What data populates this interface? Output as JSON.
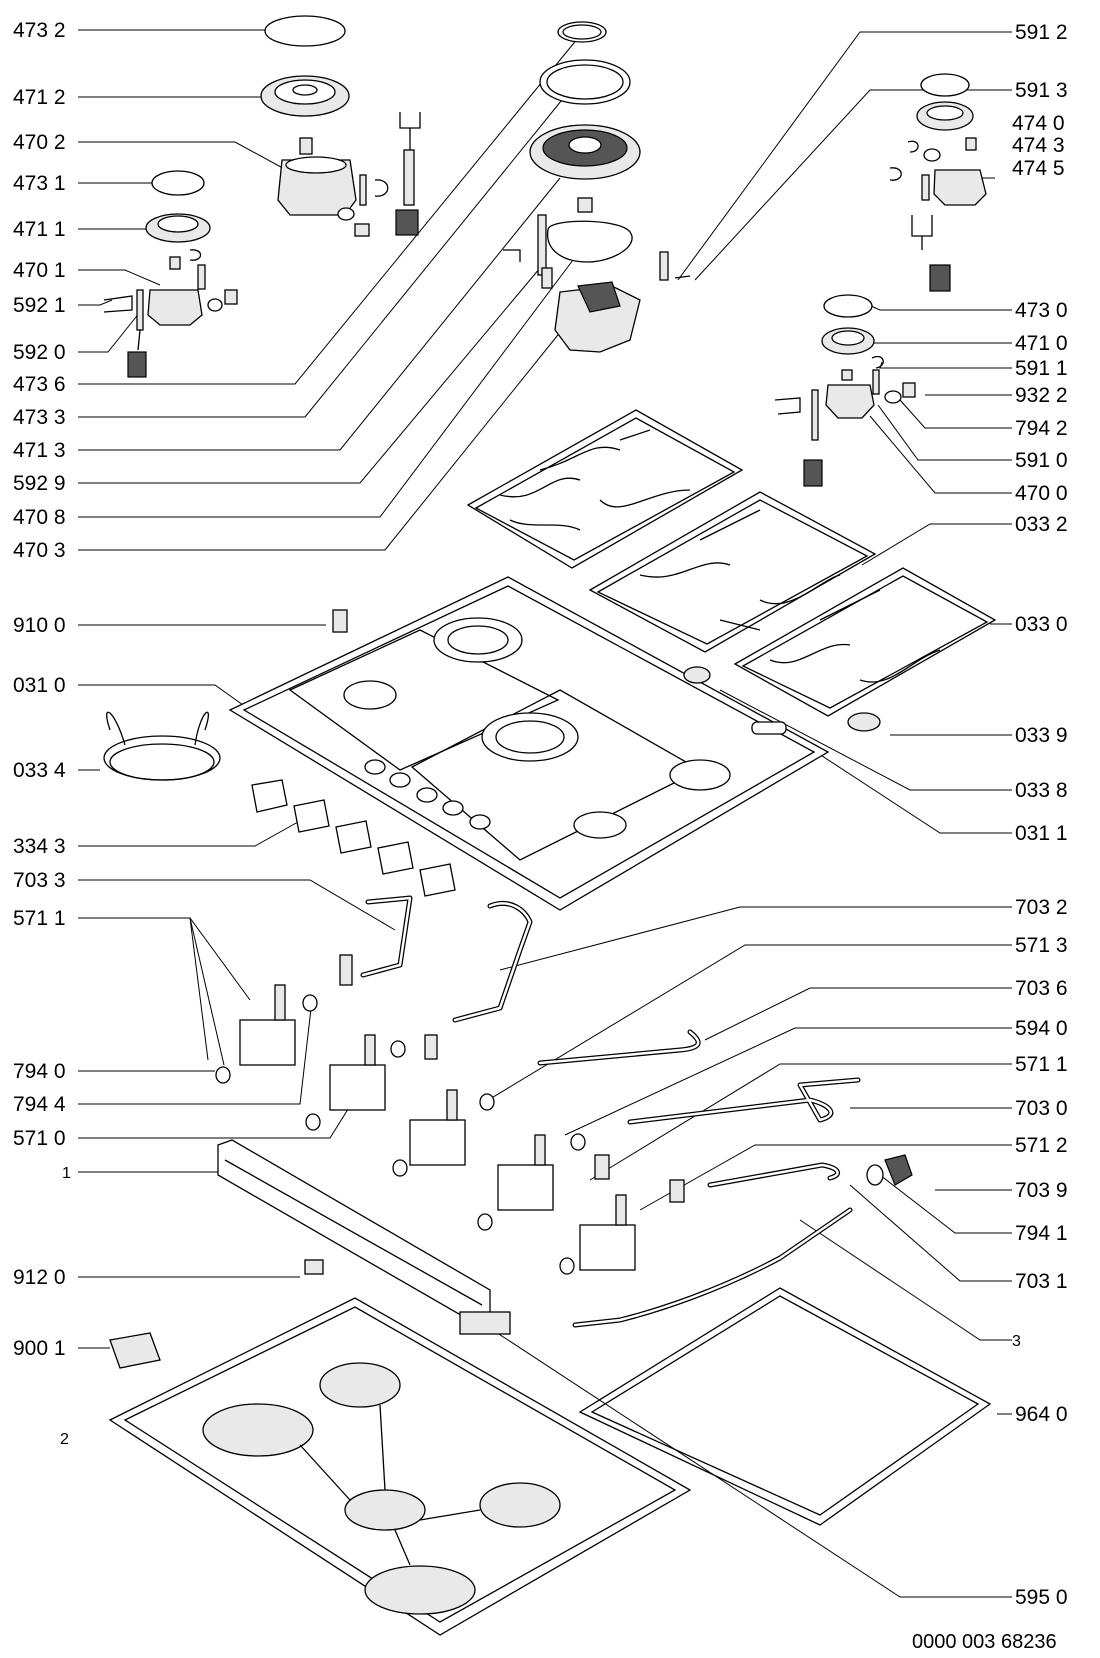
{
  "document_id": "0000 003 68236",
  "left_labels": [
    "473 2",
    "471 2",
    "470 2",
    "473 1",
    "471 1",
    "470 1",
    "592 1",
    "592 0",
    "473 6",
    "473 3",
    "471 3",
    "592 9",
    "470 8",
    "470 3",
    "910 0",
    "031 0",
    "033 4",
    "334 3",
    "703 3",
    "571 1",
    "794 0",
    "794 4",
    "571 0",
    "1",
    "912 0",
    "900 1",
    "2"
  ],
  "right_labels": [
    "591 2",
    "591 3",
    "474 0",
    "474 3",
    "474 5",
    "473 0",
    "471 0",
    "591 1",
    "932 2",
    "794 2",
    "591 0",
    "470 0",
    "033 2",
    "033 0",
    "033 9",
    "033 8",
    "031 1",
    "703 2",
    "571 3",
    "703 6",
    "594 0",
    "571 1",
    "703 0",
    "571 2",
    "703 9",
    "794 1",
    "703 1",
    "3",
    "964 0",
    "595 0"
  ]
}
